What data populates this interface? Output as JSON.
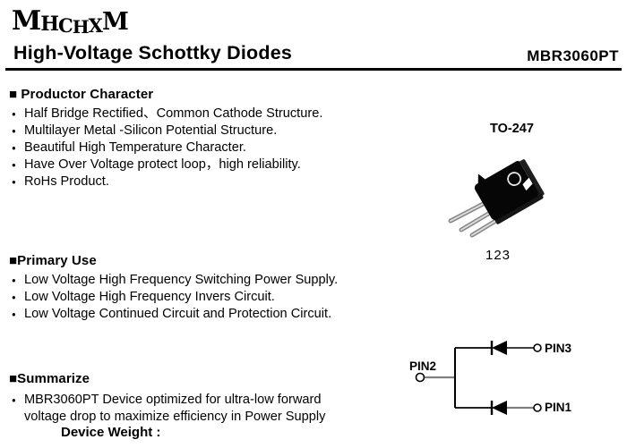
{
  "header": {
    "logo_letters": [
      "M",
      "H",
      "C",
      "H",
      "X",
      "M"
    ],
    "title": "High-Voltage Schottky Diodes",
    "part_number": "MBR3060PT"
  },
  "product_character": {
    "heading": "■ Productor Character",
    "bullets": [
      "Half Bridge Rectified、Common Cathode Structure.",
      "Multilayer Metal -Silicon Potential Structure.",
      "Beautiful High Temperature Character.",
      "Have Over Voltage protect loop，high  reliability.",
      "RoHs Product."
    ]
  },
  "primary_use": {
    "heading": "■Primary Use",
    "bullets": [
      "Low Voltage High Frequency Switching Power Supply.",
      "Low Voltage High Frequency  Invers Circuit.",
      "Low Voltage Continued  Circuit and Protection Circuit."
    ]
  },
  "summarize": {
    "heading": "■Summarize",
    "bullets": [
      "MBR3060PT Device optimized for ultra-low forward voltage drop to maximize efficiency in Power Supply"
    ],
    "device_weight_label": "Device Weight :"
  },
  "package": {
    "type_label": "TO-247",
    "pin_numbers_caption": "123"
  },
  "circuit": {
    "pin2_label": "PIN2",
    "pin3_label": "PIN3",
    "pin1_label": "PIN1"
  },
  "colors": {
    "text": "#000000",
    "background": "#ffffff",
    "package_body": "#060606",
    "lead_gray": "#8a8a8a",
    "circuit_line_gray": "#808080"
  }
}
